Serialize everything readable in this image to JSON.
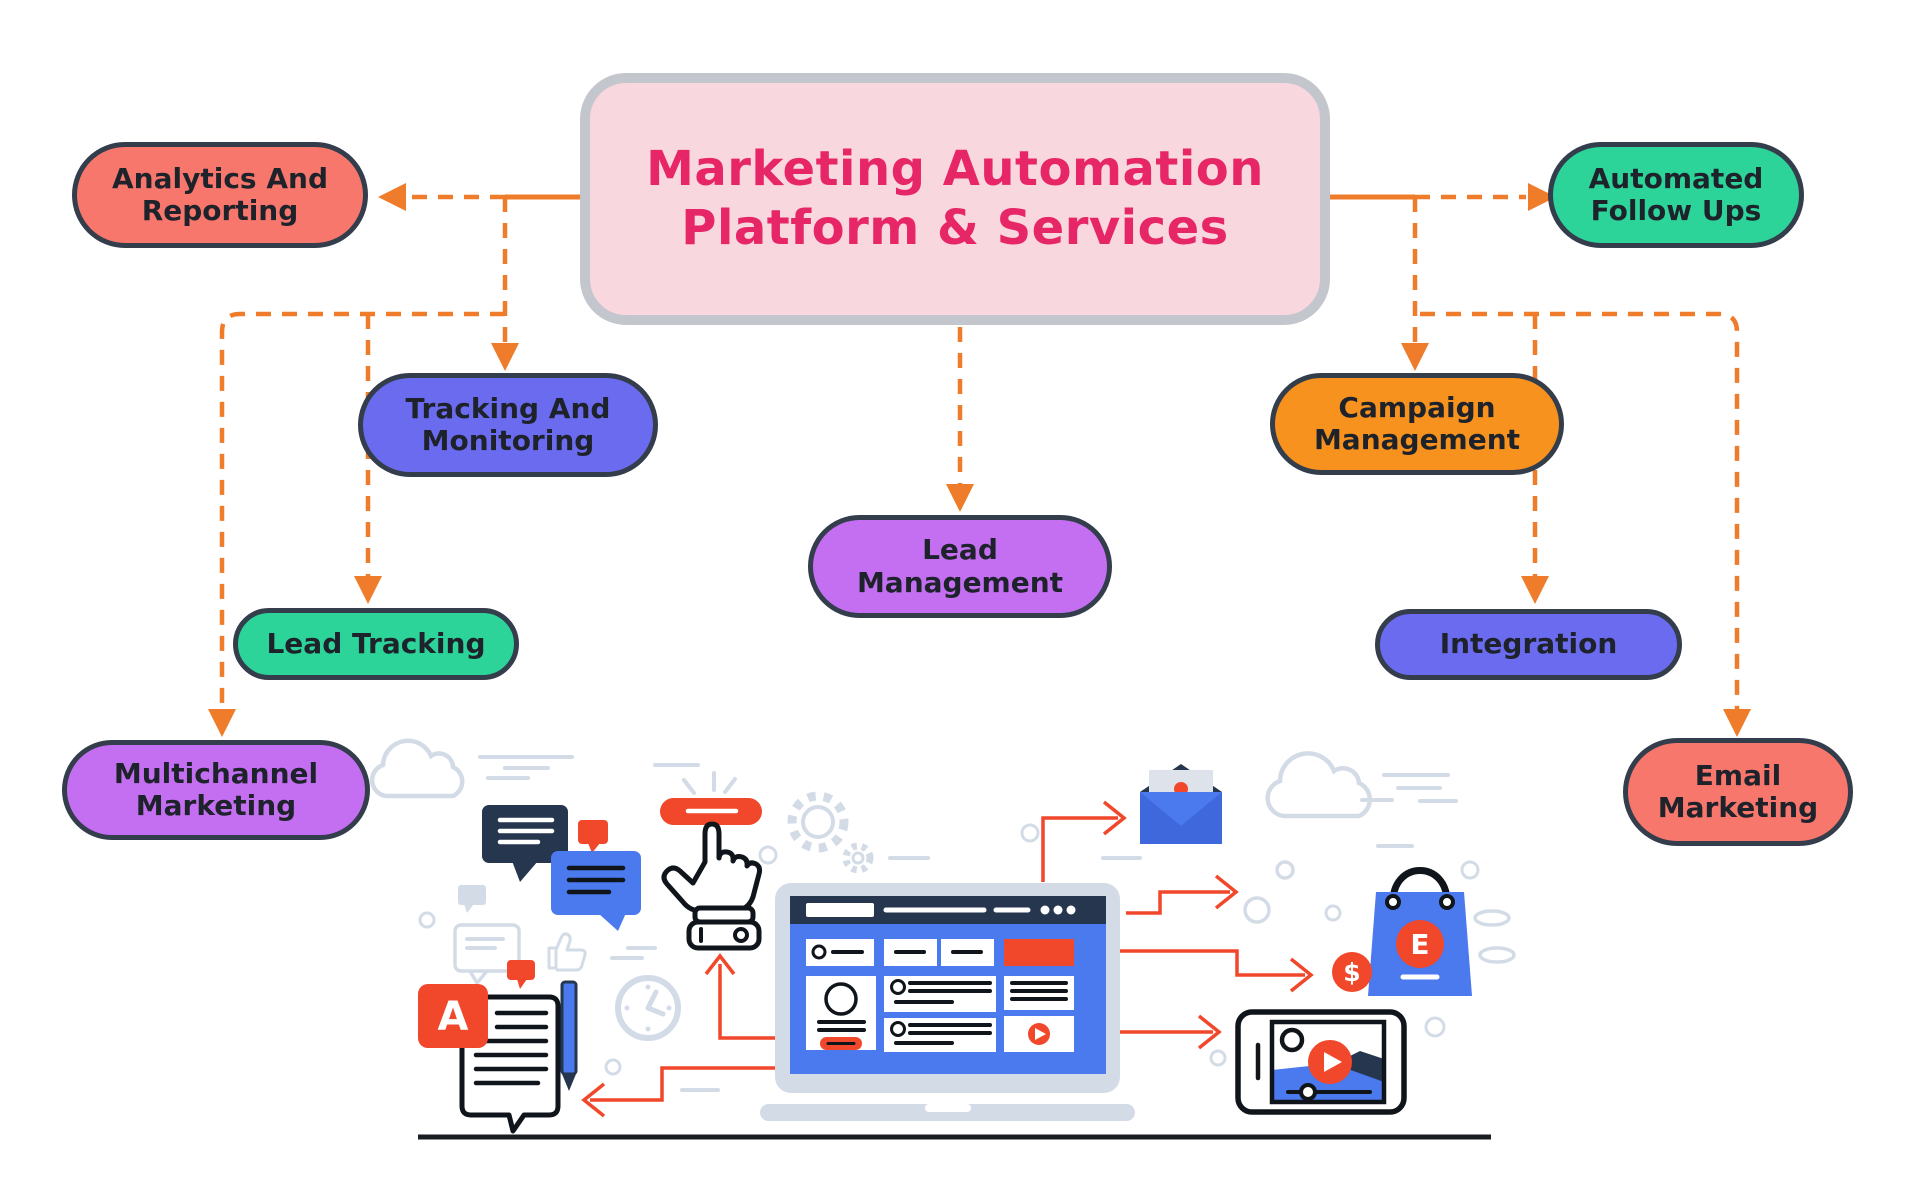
{
  "diagram": {
    "title": "Marketing Automation\nPlatform & Services",
    "nodes": [
      {
        "id": "analytics_and_reporting",
        "label": "Analytics And\nReporting",
        "fill": "#F8776C"
      },
      {
        "id": "automated_follow_ups",
        "label": "Automated\nFollow Ups",
        "fill": "#2DD499"
      },
      {
        "id": "tracking_and_monitoring",
        "label": "Tracking And\nMonitoring",
        "fill": "#6B6BEF"
      },
      {
        "id": "campaign_management",
        "label": "Campaign\nManagement",
        "fill": "#F8921E"
      },
      {
        "id": "lead_management",
        "label": "Lead\nManagement",
        "fill": "#C46FF2"
      },
      {
        "id": "lead_tracking",
        "label": "Lead Tracking",
        "fill": "#2DD499"
      },
      {
        "id": "integration",
        "label": "Integration",
        "fill": "#6B6BEF"
      },
      {
        "id": "multichannel_marketing",
        "label": "Multichannel\nMarketing",
        "fill": "#C46FF2"
      },
      {
        "id": "email_marketing",
        "label": "Email\nMarketing",
        "fill": "#F8776C"
      }
    ],
    "edges": [
      {
        "from": "title",
        "to": "analytics_and_reporting"
      },
      {
        "from": "title",
        "to": "automated_follow_ups"
      },
      {
        "from": "title",
        "to": "tracking_and_monitoring"
      },
      {
        "from": "title",
        "to": "campaign_management"
      },
      {
        "from": "title",
        "to": "lead_management"
      },
      {
        "from": "title",
        "to": "lead_tracking"
      },
      {
        "from": "title",
        "to": "integration"
      },
      {
        "from": "title",
        "to": "multichannel_marketing"
      },
      {
        "from": "title",
        "to": "email_marketing"
      }
    ]
  },
  "illustration": {
    "badges": {
      "letter_a": "A",
      "bag_letter": "E",
      "coin_symbol": "$"
    },
    "icons": [
      "chat-bubbles",
      "click-button",
      "pointer-hand",
      "laptop-browser",
      "open-envelope",
      "shopping-bag",
      "dollar-coin",
      "video-phone",
      "note-document",
      "pencil",
      "clock",
      "gears",
      "clouds",
      "thumbs-up",
      "coins"
    ]
  },
  "palette": {
    "dash-orange": "#EE7C2B",
    "line-red": "#F1472B",
    "illus-blue": "#4B79EE",
    "illus-navy": "#26364E",
    "illus-gray": "#D3DCE6",
    "center-fill": "#F8D7DE",
    "center-border": "#C3C6CC",
    "center-text": "#E62666",
    "node-border": "#333D4B",
    "node-text": "#1E232B",
    "ground": "#1A1D22"
  }
}
